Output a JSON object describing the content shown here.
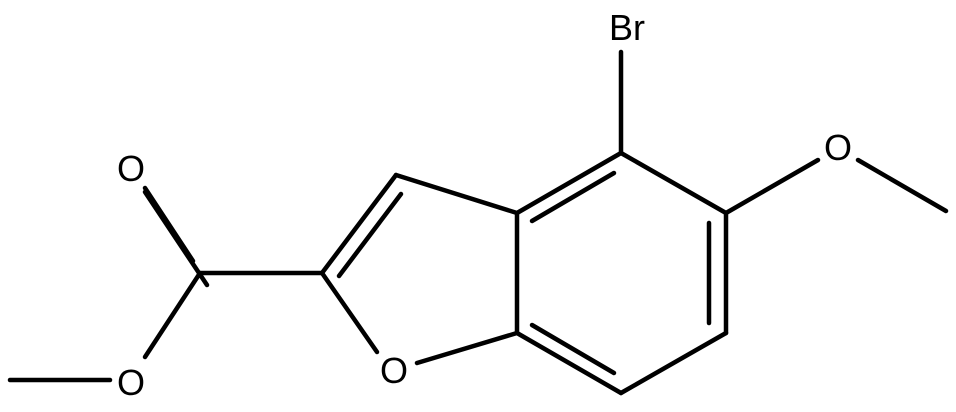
{
  "structure": {
    "atoms": {
      "bromine": "Br",
      "carbonyl_oxygen": "O",
      "ester_oxygen": "O",
      "furan_oxygen": "O",
      "methoxy_oxygen": "O"
    }
  },
  "colors": {
    "bond": "#000000",
    "label": "#000000",
    "background": "#ffffff"
  }
}
